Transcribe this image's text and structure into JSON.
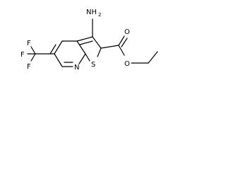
{
  "colors": {
    "bond": "#000000",
    "background": "#ffffff"
  },
  "labels": {
    "amine": "NH",
    "amine_sub": "2",
    "carbonyl_o": "O",
    "ester_o": "O",
    "sulfur": "S",
    "ring_n": "N",
    "f_top": "F",
    "f_left": "F",
    "f_bottom": "F"
  }
}
